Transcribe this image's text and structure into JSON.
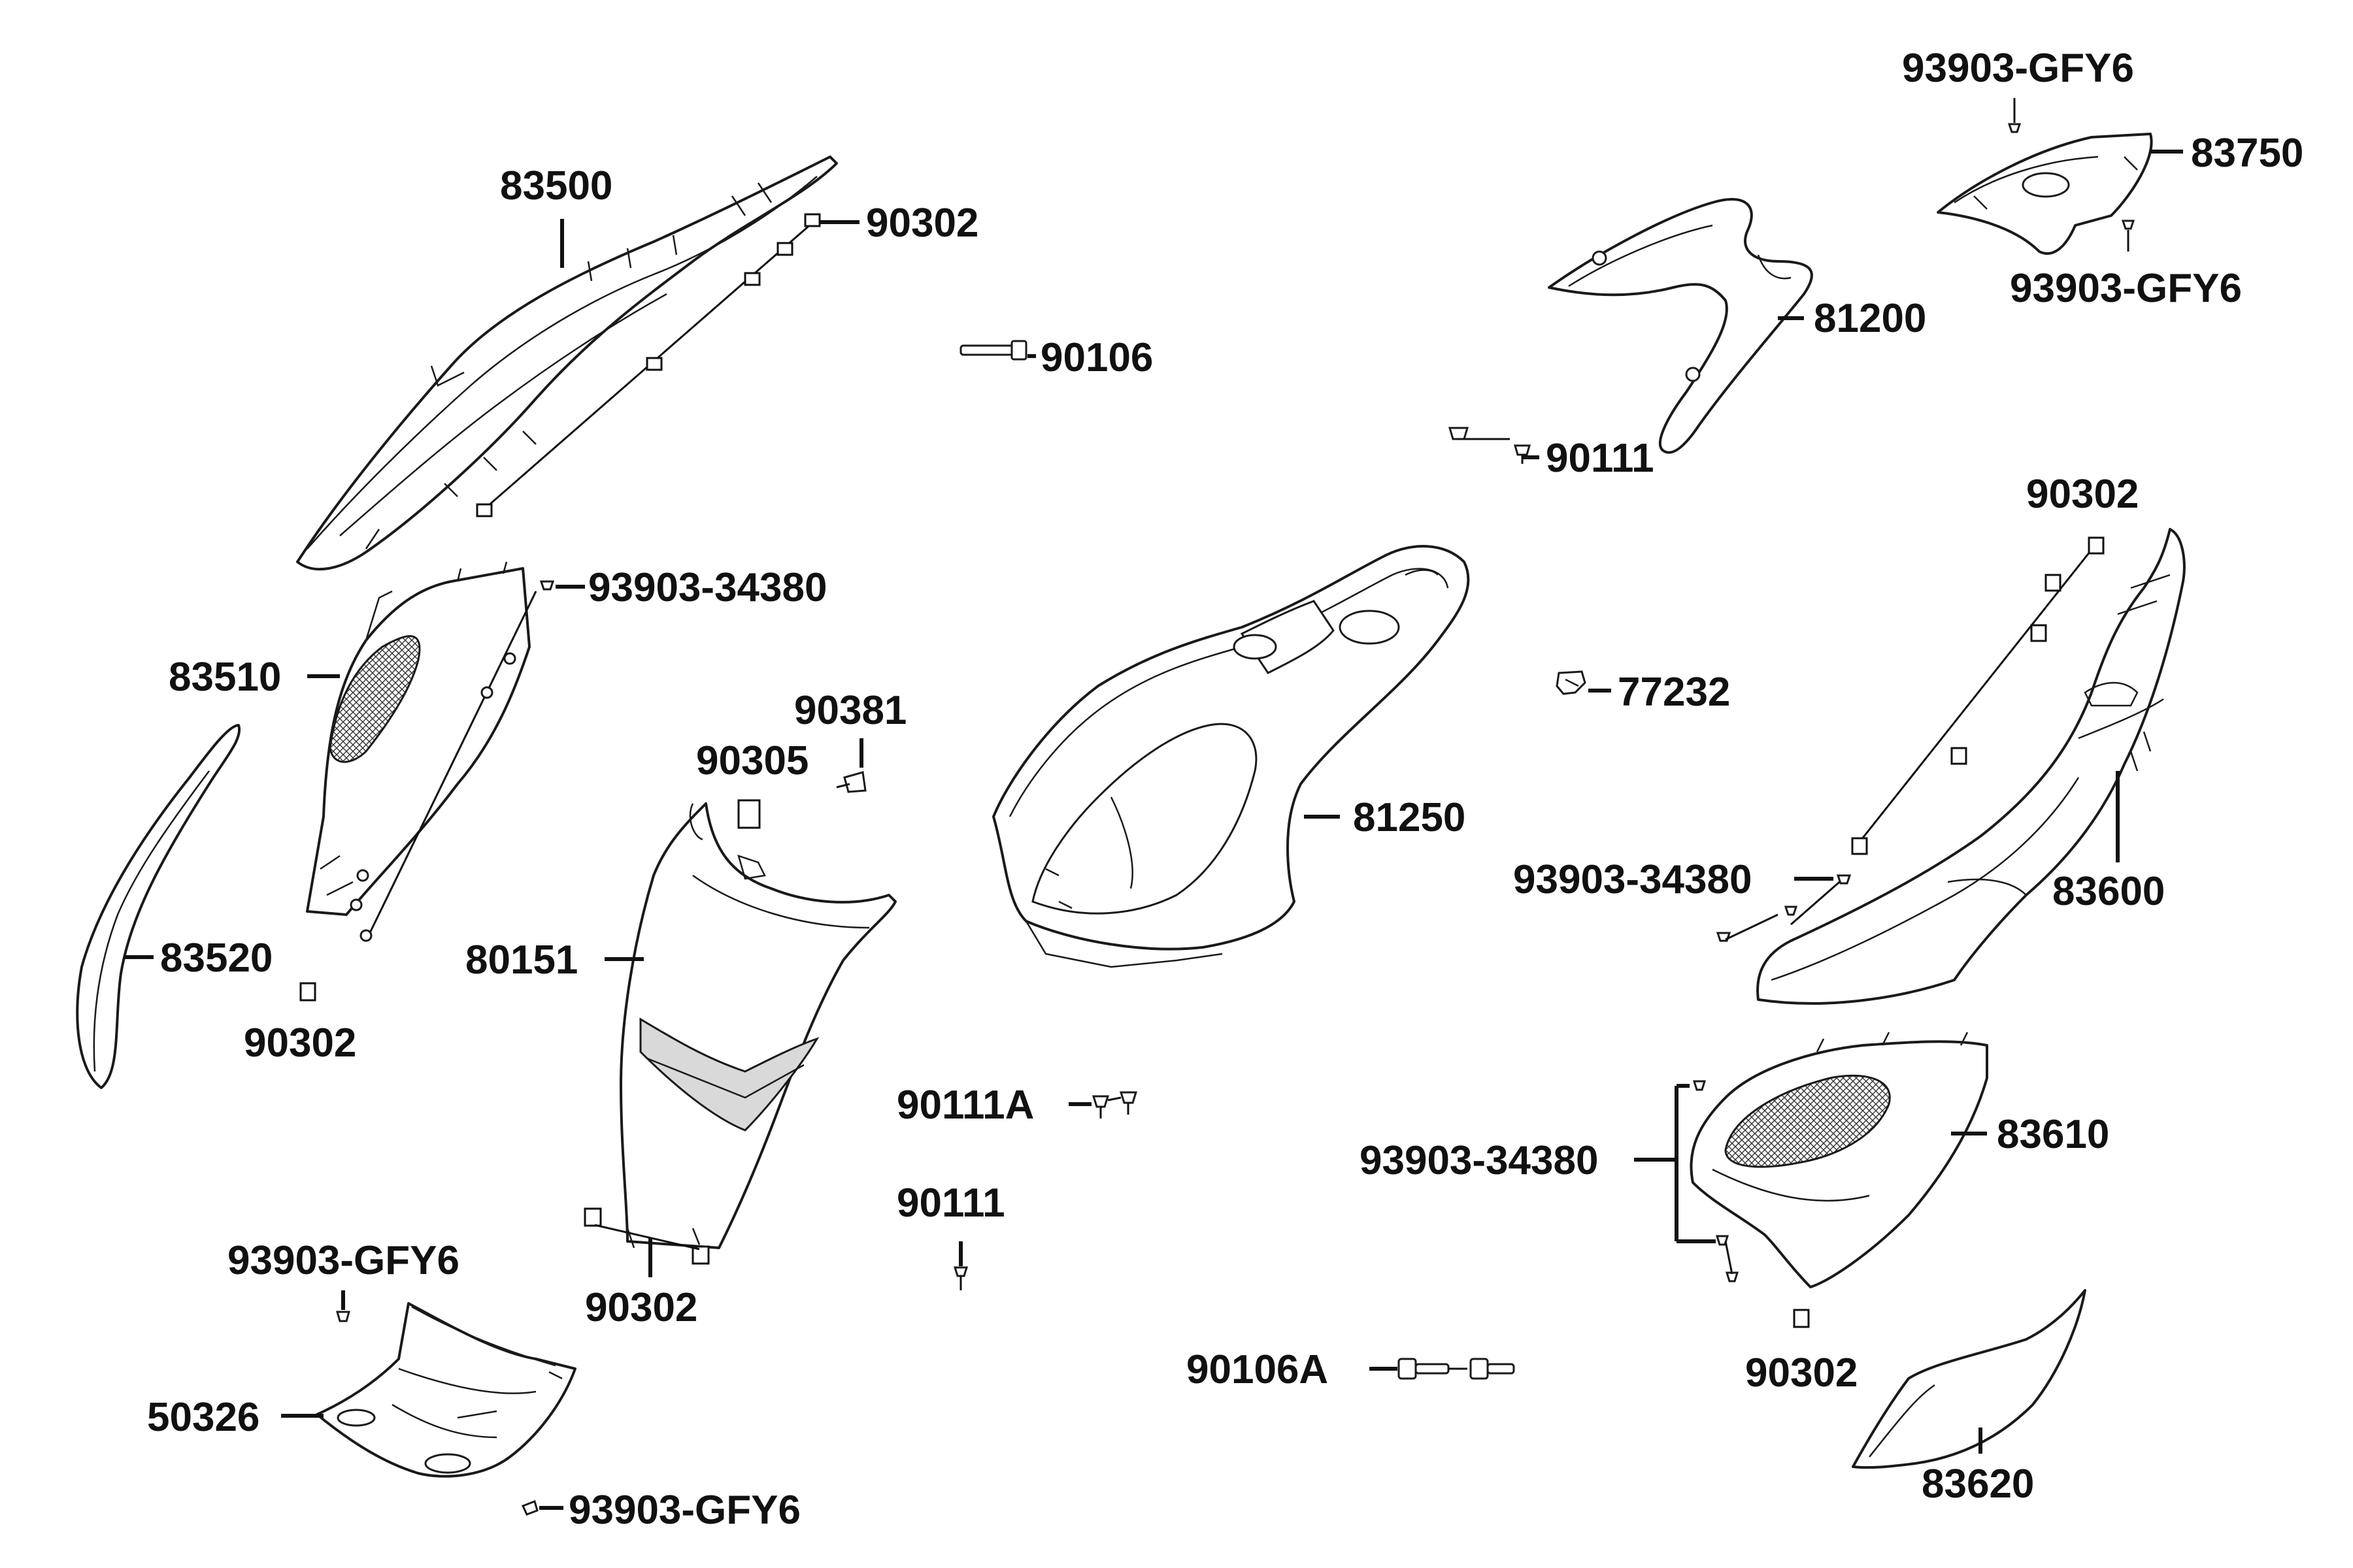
{
  "labels": {
    "p83500": "83500",
    "p90302_a": "90302",
    "p90106": "90106",
    "p93903_gfy6_a": "93903-GFY6",
    "p83750": "83750",
    "p93903_gfy6_b": "93903-GFY6",
    "p81200": "81200",
    "p90111_a": "90111",
    "p93903_34380_a": "93903-34380",
    "p83510": "83510",
    "p90381": "90381",
    "p90305": "90305",
    "p77232": "77232",
    "p90302_b": "90302",
    "p81250": "81250",
    "p93903_34380_b": "93903-34380",
    "p83600": "83600",
    "p83520": "83520",
    "p80151": "80151",
    "p90302_c": "90302",
    "p90111A": "90111A",
    "p83610": "83610",
    "p93903_34380_c": "93903-34380",
    "p90111_b": "90111",
    "p93903_gfy6_c": "93903-GFY6",
    "p90302_d": "90302",
    "p90106A": "90106A",
    "p90302_e": "90302",
    "p50326": "50326",
    "p93903_gfy6_d": "93903-GFY6",
    "p83620": "83620"
  }
}
